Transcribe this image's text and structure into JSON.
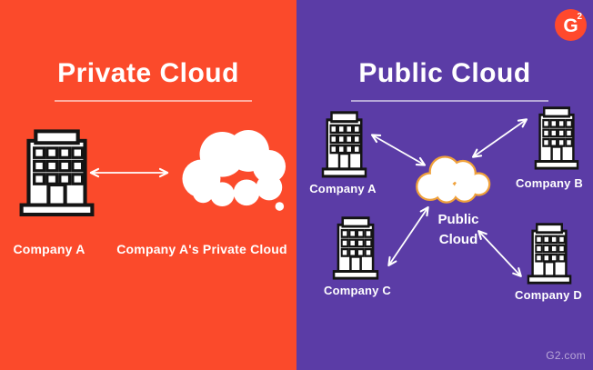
{
  "left_panel": {
    "title": "Private Cloud",
    "company_label": "Company A",
    "cloud_label": "Company A's Private Cloud"
  },
  "right_panel": {
    "title": "Public Cloud",
    "cloud_label_line1": "Public",
    "cloud_label_line2": "Cloud",
    "companies": [
      "Company A",
      "Company B",
      "Company C",
      "Company D"
    ]
  },
  "branding": {
    "logo_letter": "G",
    "logo_superscript": "2",
    "watermark": "G2.com"
  },
  "colors": {
    "private_bg": "#FB4A2B",
    "public_bg": "#5B3CA6",
    "cloud_fill": "#FFFFFF",
    "public_cloud_outline": "#EFA13B",
    "logo_red": "#FF492C",
    "text": "#FFFFFF",
    "watermark_text": "#B9A7D8",
    "building_outline": "#141414"
  }
}
